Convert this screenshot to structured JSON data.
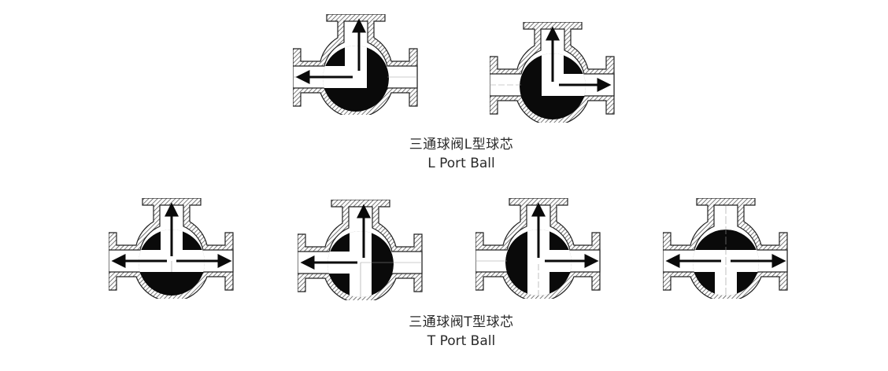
{
  "figure": {
    "background": "#ffffff",
    "ink_color": "#0a0a0a",
    "hatch_color": "#555555"
  },
  "sections": [
    {
      "id": "l-port",
      "caption_zh": "三通球阀L型球芯",
      "caption_en": "L Port Ball",
      "valves": [
        {
          "label": "L port, top-to-left flow",
          "flow_directions": [
            "up",
            "left"
          ]
        },
        {
          "label": "L port, top-to-right flow",
          "flow_directions": [
            "up",
            "right"
          ]
        }
      ]
    },
    {
      "id": "t-port",
      "caption_zh": "三通球阀T型球芯",
      "caption_en": "T Port Ball",
      "valves": [
        {
          "label": "T port, up-left-right flow",
          "flow_directions": [
            "up",
            "left",
            "right"
          ]
        },
        {
          "label": "T port, up-left flow",
          "flow_directions": [
            "up",
            "left"
          ]
        },
        {
          "label": "T port, up-right flow",
          "flow_directions": [
            "up",
            "right"
          ]
        },
        {
          "label": "T port, left-right flow",
          "flow_directions": [
            "left",
            "right"
          ]
        }
      ]
    }
  ]
}
